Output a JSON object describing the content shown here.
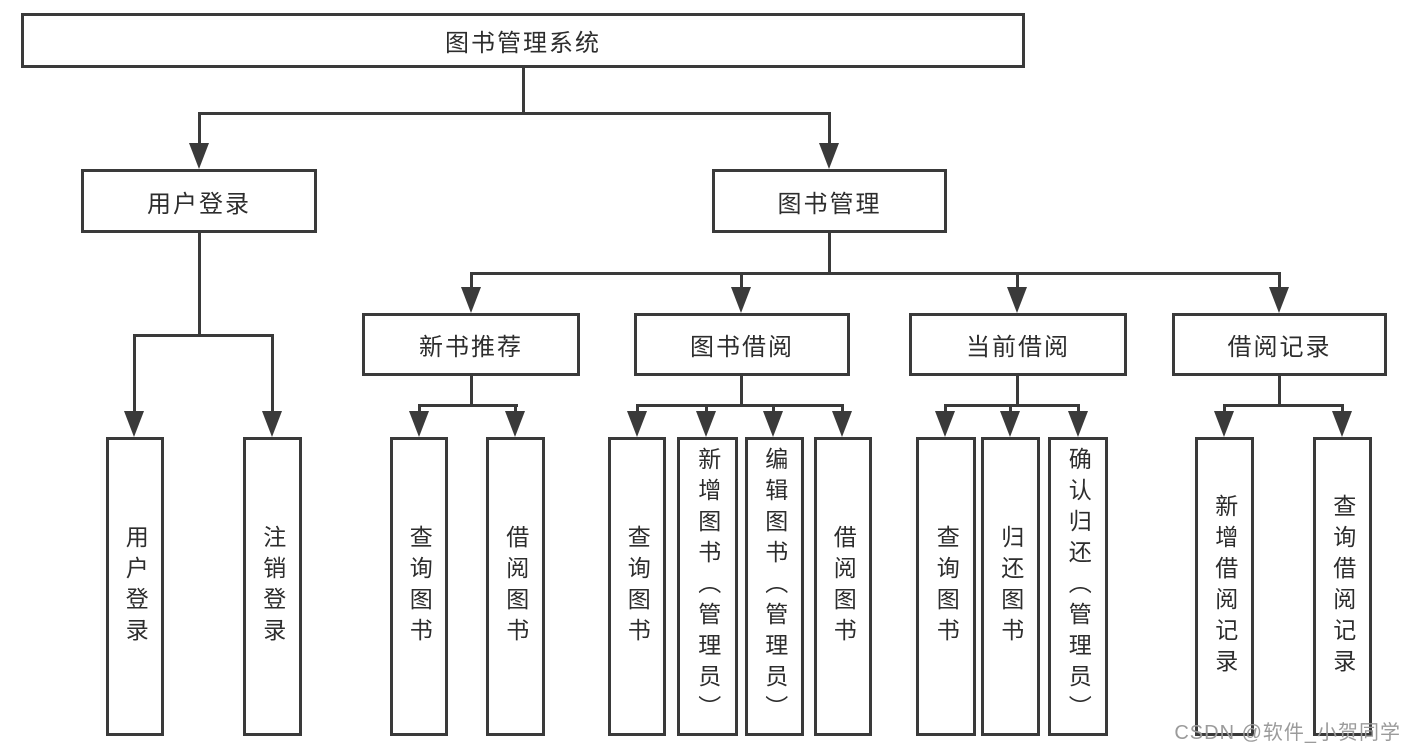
{
  "tree": {
    "root": "图书管理系统",
    "branches": [
      {
        "label": "用户登录",
        "children": [
          "用户登录",
          "注销登录"
        ]
      },
      {
        "label": "图书管理",
        "groups": [
          {
            "label": "新书推荐",
            "children": [
              "查询图书",
              "借阅图书"
            ]
          },
          {
            "label": "图书借阅",
            "children": [
              "查询图书",
              "新增图书（管理员）",
              "编辑图书（管理员）",
              "借阅图书"
            ]
          },
          {
            "label": "当前借阅",
            "children": [
              "查询图书",
              "归还图书",
              "确认归还（管理员）"
            ]
          },
          {
            "label": "借阅记录",
            "children": [
              "新增借阅记录",
              "查询借阅记录"
            ]
          }
        ]
      }
    ]
  },
  "watermark": {
    "text": "CSDN @软件_小贺同学"
  },
  "colors": {
    "line": "#3a3a3a",
    "box_border": "#3a3a3a",
    "text": "#2d2d2d",
    "watermark": "#9b9b9b",
    "background": "#ffffff"
  }
}
